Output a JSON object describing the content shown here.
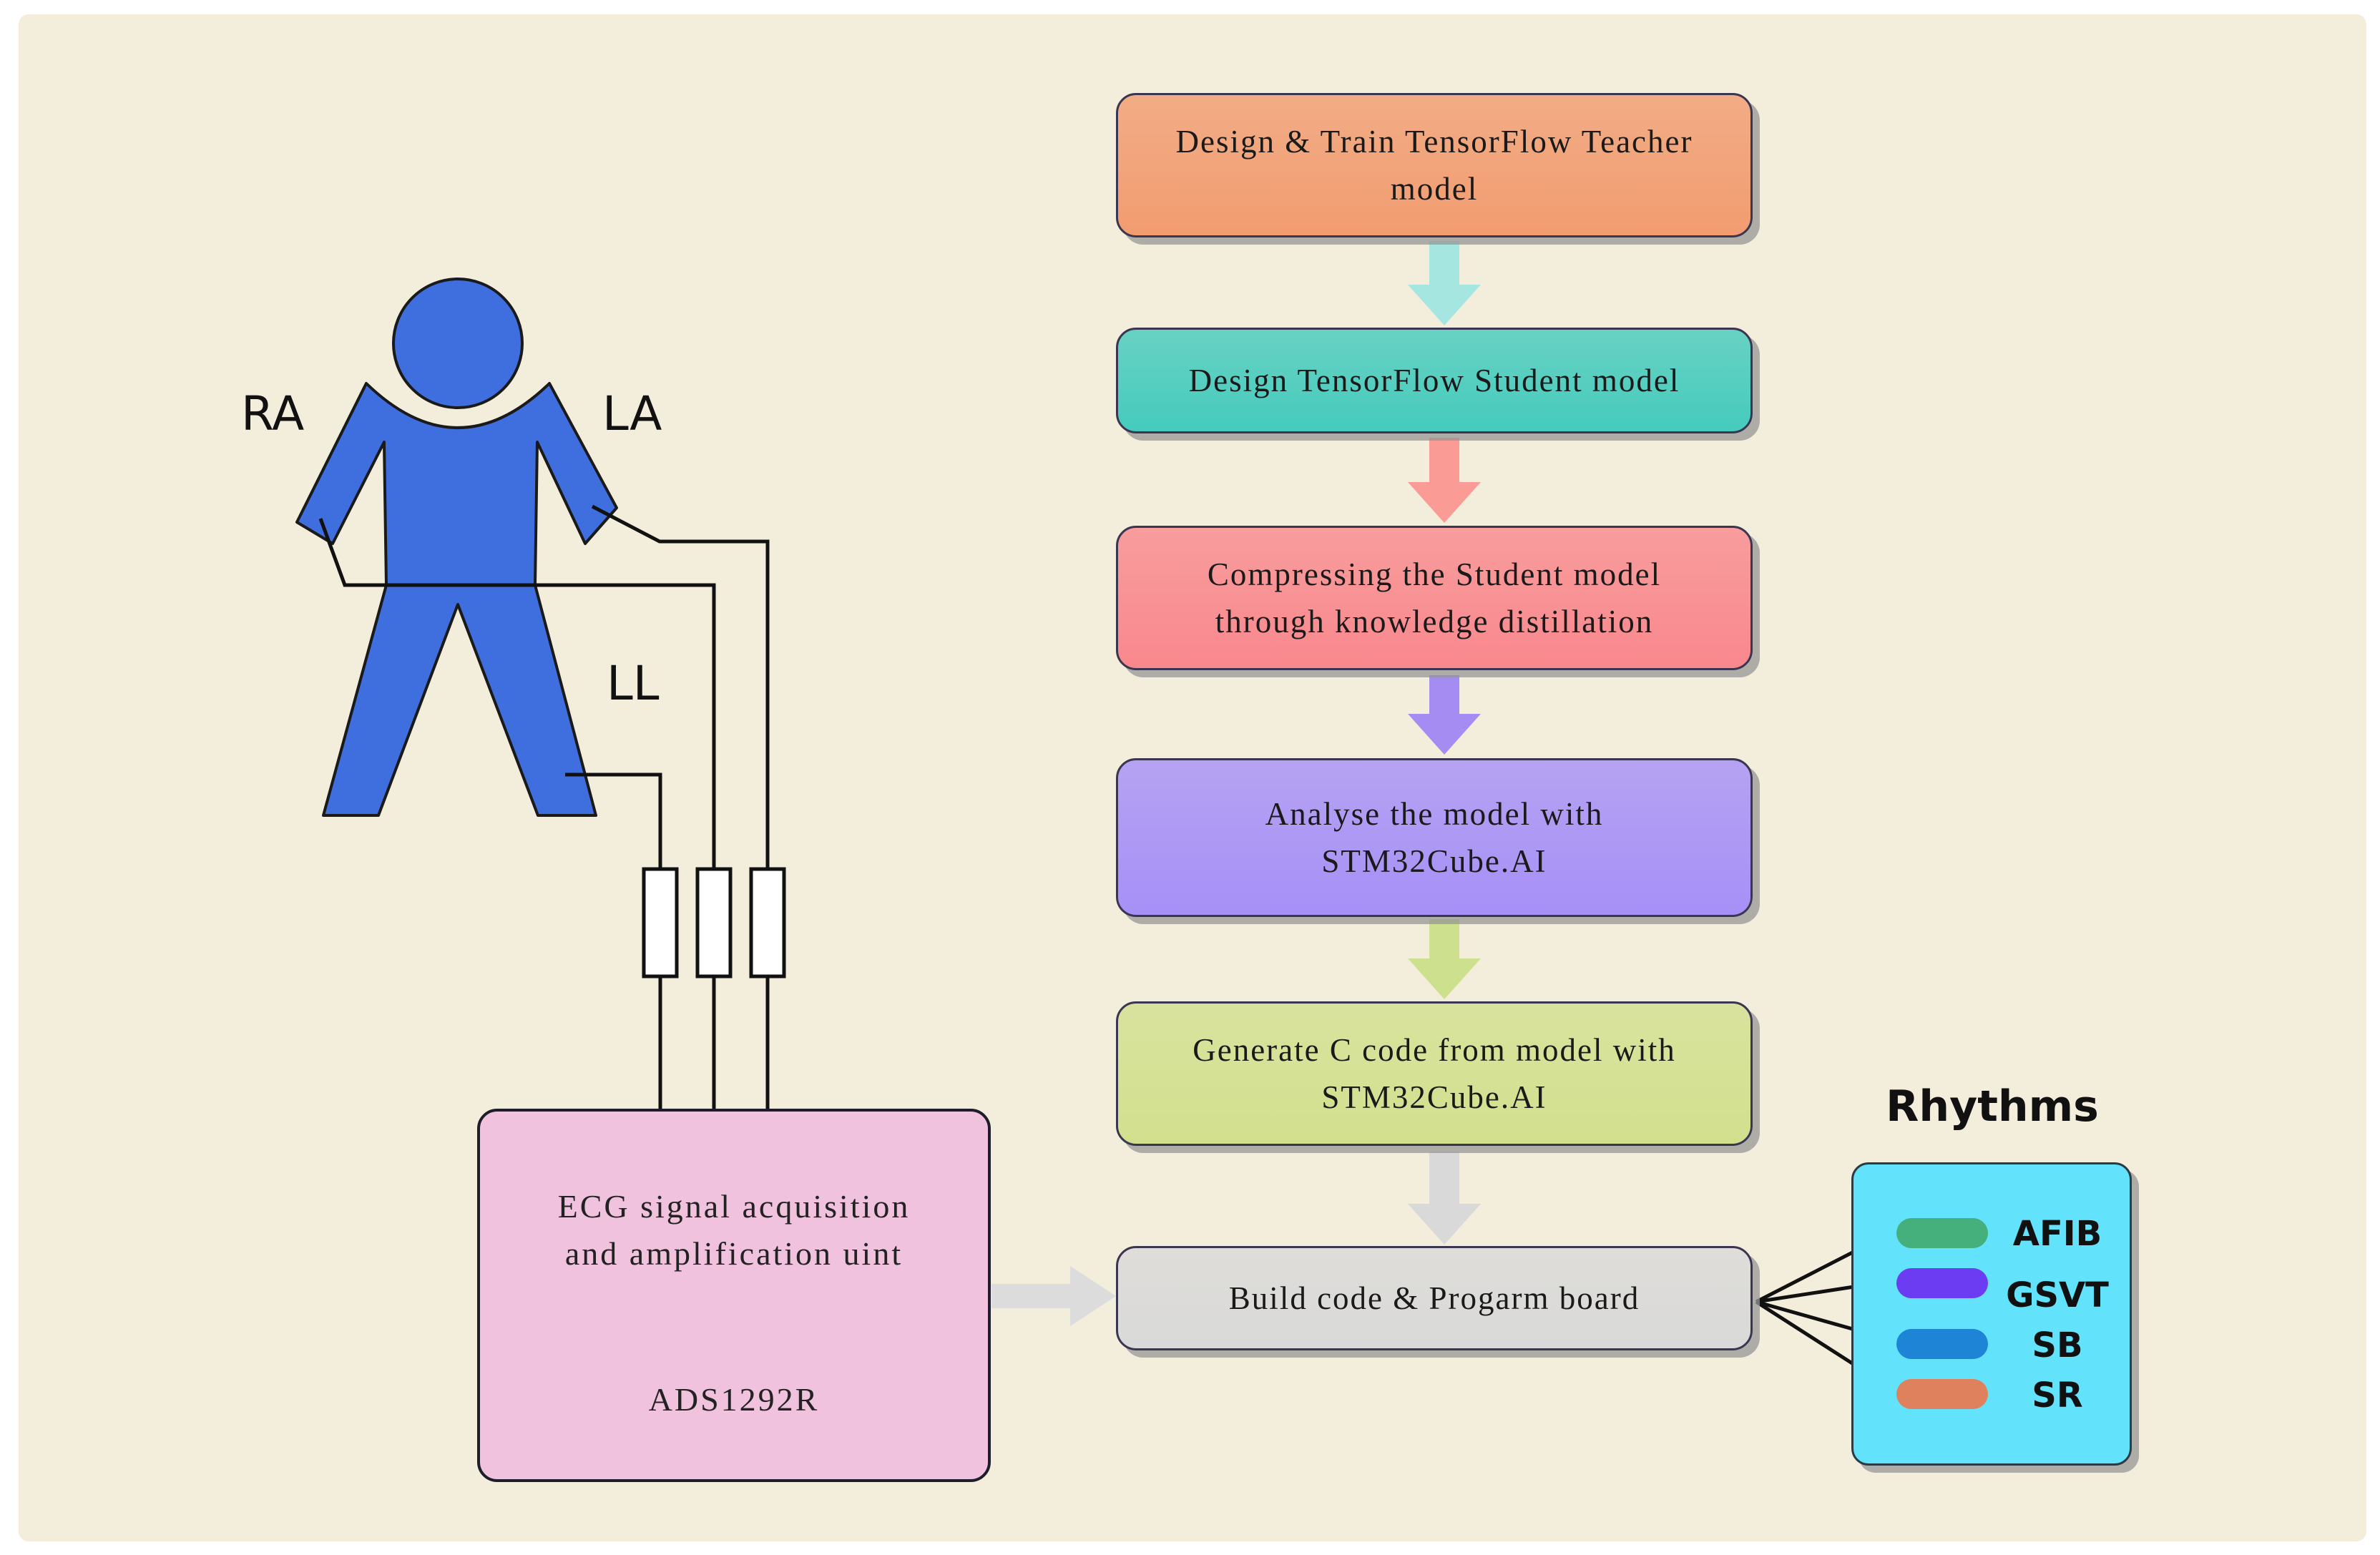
{
  "body": {
    "labels": {
      "ra": "RA",
      "la": "LA",
      "ll": "LL"
    },
    "figure_color": "#3f6fdf"
  },
  "acquisition": {
    "title": "ECG signal acquisition\nand amplification uint",
    "chip": "ADS1292R"
  },
  "steps": [
    {
      "text": "Design & Train TensorFlow Teacher\nmodel",
      "color": "#f29c70",
      "arrow_color": "#a6e6e0"
    },
    {
      "text": "Design TensorFlow Student  model",
      "color": "#45cbbd",
      "arrow_color": "#fb9b96"
    },
    {
      "text": "Compressing the Student  model\nthrough knowledge distillation",
      "color": "#f9888d",
      "arrow_color": "#a48cf3"
    },
    {
      "text": "Analyse the model with\nSTM32Cube.AI",
      "color": "#a690f7",
      "arrow_color": "#cde08d"
    },
    {
      "text": "Generate C code from model with\nSTM32Cube.AI",
      "color": "#d2e08e",
      "arrow_color": "#d9d9d9"
    },
    {
      "text": "Build code & Progarm board",
      "color": "#d9d9d9"
    }
  ],
  "rhythms": {
    "title": "Rhythms",
    "panel_color": "#63e3fb",
    "items": [
      {
        "label": "AFIB",
        "color": "#46b07c"
      },
      {
        "label": "GSVT",
        "color": "#6b3cf2"
      },
      {
        "label": "SB",
        "color": "#1e84d6"
      },
      {
        "label": "SR",
        "color": "#e0815d"
      }
    ]
  }
}
